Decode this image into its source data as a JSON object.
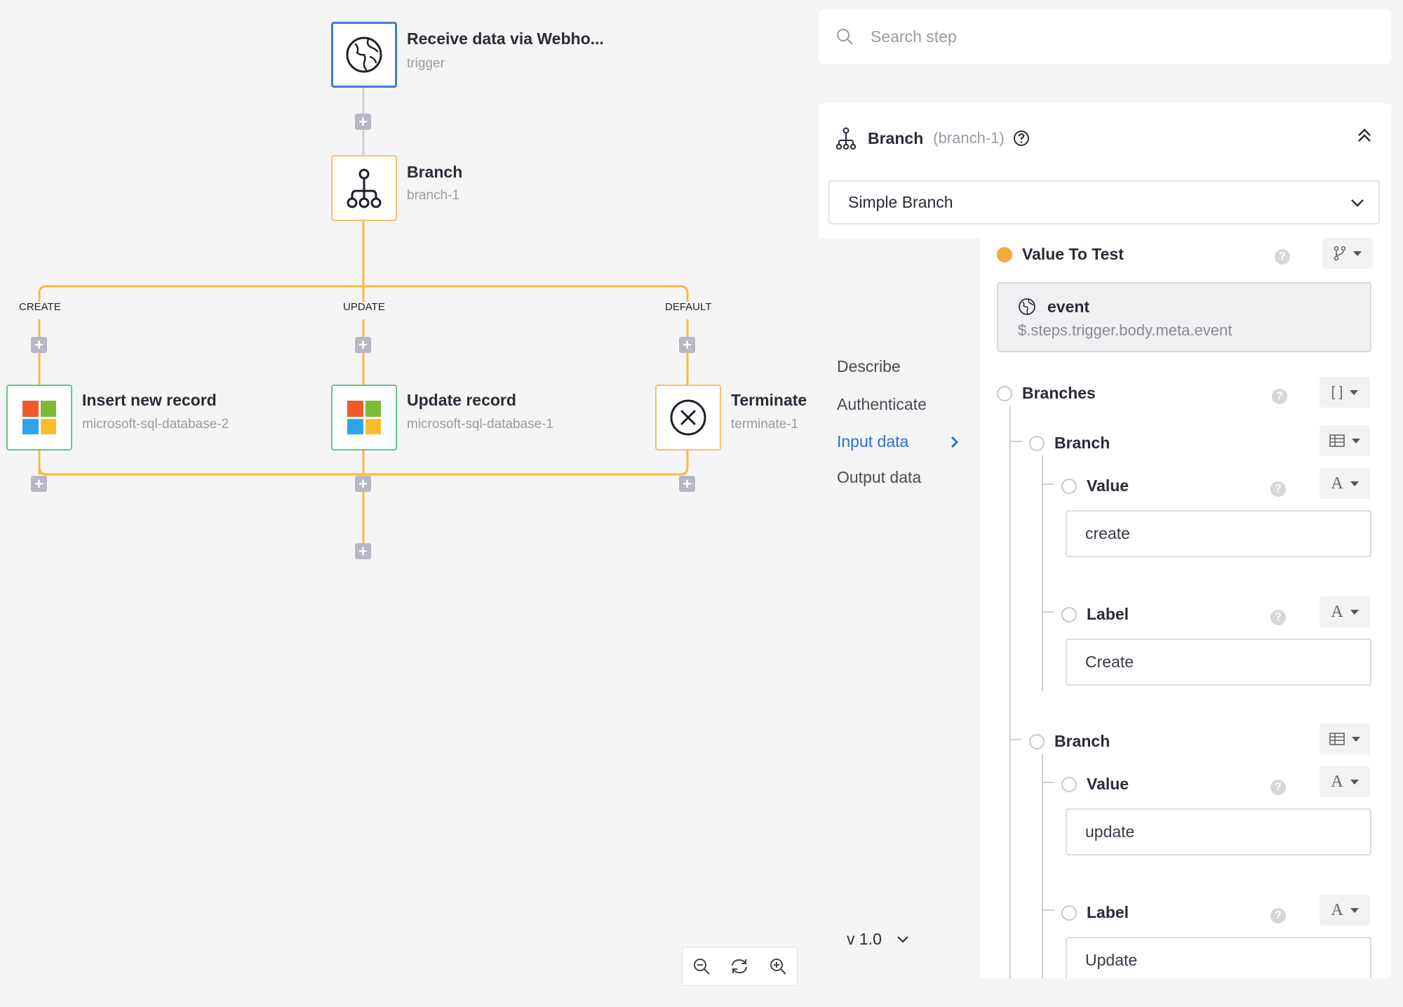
{
  "flow": {
    "trigger": {
      "title": "Receive data via Webho...",
      "subtitle": "trigger"
    },
    "branch": {
      "title": "Branch",
      "subtitle": "branch-1"
    },
    "branch_labels": [
      "CREATE",
      "UPDATE",
      "DEFAULT"
    ],
    "insert": {
      "title": "Insert new record",
      "subtitle": "microsoft-sql-database-2"
    },
    "update": {
      "title": "Update record",
      "subtitle": "microsoft-sql-database-1"
    },
    "terminate": {
      "title": "Terminate",
      "subtitle": "terminate-1"
    },
    "colors": {
      "trigger_border": "#3d7bd8",
      "branch_border": "#f7c26b",
      "sql_border": "#62c889",
      "wire": "#f5b945",
      "plus": "#b8b8c4"
    }
  },
  "search": {
    "placeholder": "Search step"
  },
  "panel": {
    "title": "Branch",
    "step_id": "(branch-1)",
    "selected_type": "Simple Branch",
    "nav": [
      "Describe",
      "Authenticate",
      "Input data",
      "Output data"
    ],
    "active_nav": "Input data",
    "version": "v 1.0",
    "value_to_test": {
      "label": "Value To Test",
      "event_name": "event",
      "event_path": "$.steps.trigger.body.meta.event"
    },
    "branches_label": "Branches",
    "branch_items": [
      {
        "label": "Branch",
        "value_label": "Value",
        "value": "create",
        "label_label": "Label",
        "label_value": "Create"
      },
      {
        "label": "Branch",
        "value_label": "Value",
        "value": "update",
        "label_label": "Label",
        "label_value": "Update"
      }
    ],
    "type_glyphs": {
      "array": "[ ]",
      "text": "A"
    }
  }
}
